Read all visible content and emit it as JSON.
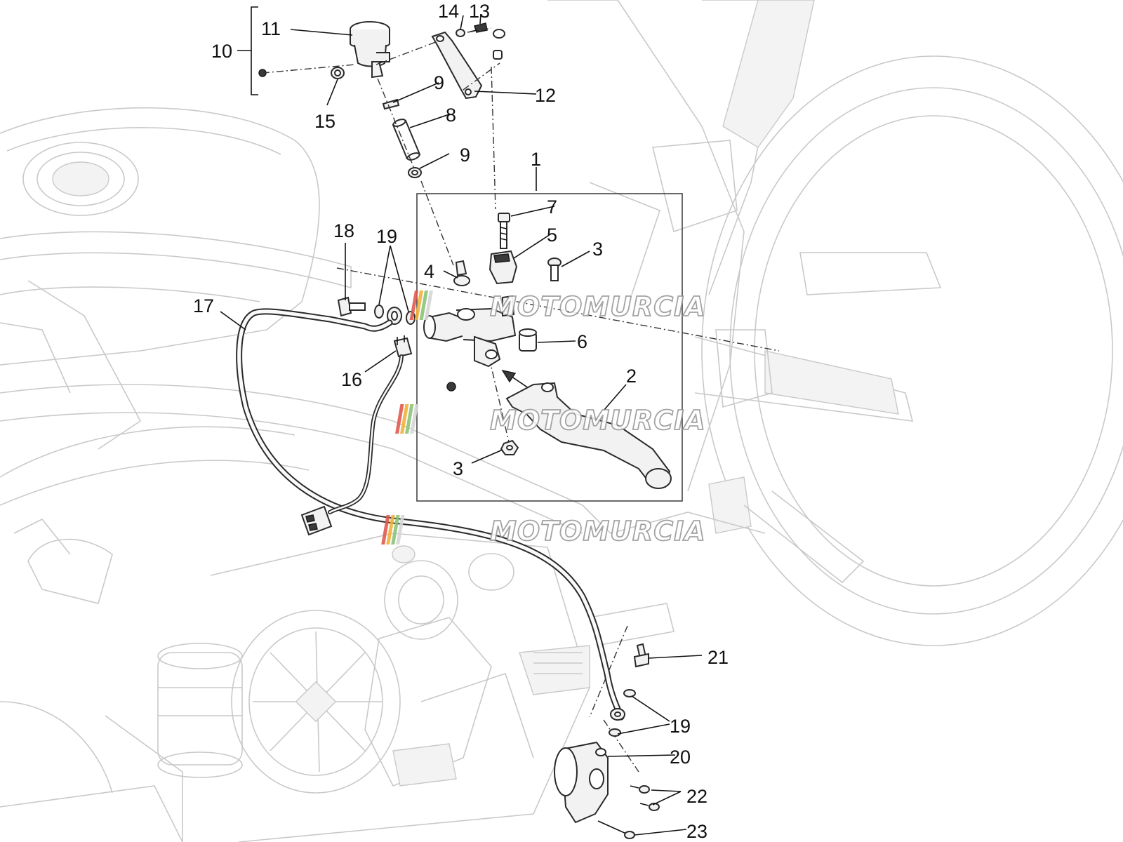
{
  "diagram": {
    "callouts": [
      "11",
      "10",
      "14",
      "13",
      "15",
      "9",
      "12",
      "8",
      "9",
      "1",
      "7",
      "18",
      "19",
      "5",
      "3",
      "4",
      "17",
      "6",
      "16",
      "2",
      "3",
      "21",
      "19",
      "20",
      "22",
      "23"
    ]
  },
  "watermark": {
    "text": "MOTOMURCIA",
    "colors": [
      "#e05a4f",
      "#f0b23c",
      "#8cc47a",
      "#d7d7d7"
    ]
  }
}
